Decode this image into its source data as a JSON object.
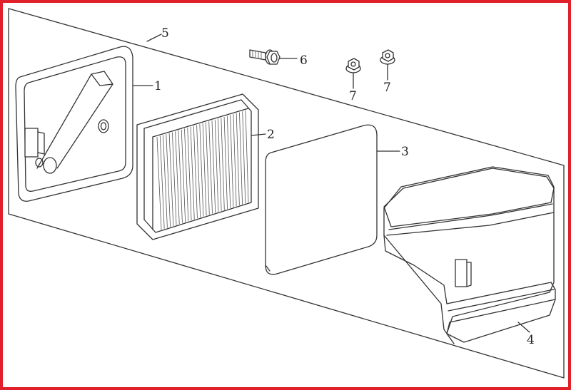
{
  "colors": {
    "frame": "#e0202a",
    "line": "#333333",
    "background": "#ffffff"
  },
  "callouts": [
    {
      "id": "1",
      "label": "1"
    },
    {
      "id": "2",
      "label": "2"
    },
    {
      "id": "3",
      "label": "3"
    },
    {
      "id": "4",
      "label": "4"
    },
    {
      "id": "5",
      "label": "5"
    },
    {
      "id": "6",
      "label": "6"
    },
    {
      "id": "7a",
      "label": "7"
    },
    {
      "id": "7b",
      "label": "7"
    }
  ]
}
